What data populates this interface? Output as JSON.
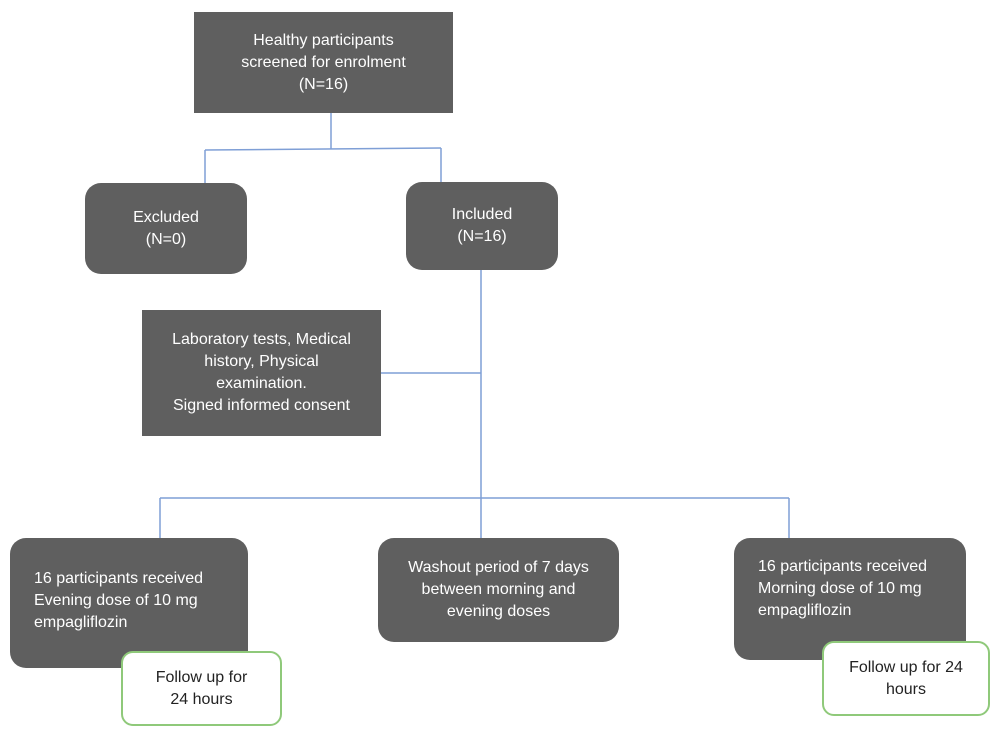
{
  "colors": {
    "box_fill": "#5f5f5f",
    "box_text": "#ffffff",
    "connector": "#7f9fd6",
    "followup_border": "#8fc97a"
  },
  "nodes": {
    "screened": {
      "line1": "Healthy participants",
      "line2": "screened for enrolment",
      "line3": "(N=16)"
    },
    "excluded": {
      "line1": "Excluded",
      "line2": "(N=0)"
    },
    "included": {
      "line1": "Included",
      "line2": "(N=16)"
    },
    "assessment": {
      "line1": "Laboratory tests, Medical",
      "line2": "history, Physical",
      "line3": "examination.",
      "line4": "Signed informed consent"
    },
    "evening": {
      "line1": "16 participants received",
      "line2": "Evening dose of 10 mg",
      "line3": "empagliflozin"
    },
    "washout": {
      "line1": "Washout period of 7 days",
      "line2": "between morning and",
      "line3": "evening doses"
    },
    "morning": {
      "line1": "16 participants received",
      "line2": "Morning dose of 10 mg",
      "line3": "empagliflozin"
    },
    "followup_left": {
      "line1": "Follow up for",
      "line2": "24 hours"
    },
    "followup_right": {
      "line1": "Follow up for 24",
      "line2": "hours"
    }
  }
}
